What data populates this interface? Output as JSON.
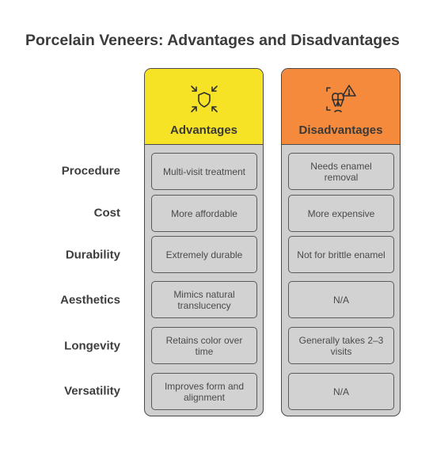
{
  "title": "Porcelain Veneers: Advantages and Disadvantages",
  "colors": {
    "advantages_header": "#f7e326",
    "disadvantages_header": "#f68a3c",
    "column_body": "#cfcfcf",
    "border": "#4a4a4a"
  },
  "rows": [
    "Procedure",
    "Cost",
    "Durability",
    "Aesthetics",
    "Longevity",
    "Versatility"
  ],
  "columns": {
    "advantages": {
      "title": "Advantages",
      "icon": "shield-with-arrows-icon",
      "items": [
        "Multi-visit treatment",
        "More affordable",
        "Extremely durable",
        "Mimics natural translucency",
        "Retains color over time",
        "Improves form and alignment"
      ]
    },
    "disadvantages": {
      "title": "Disadvantages",
      "icon": "tooth-warning-icon",
      "items": [
        "Needs enamel removal",
        "More expensive",
        "Not for brittle enamel",
        "N/A",
        "Generally takes 2–3 visits",
        "N/A"
      ]
    }
  }
}
